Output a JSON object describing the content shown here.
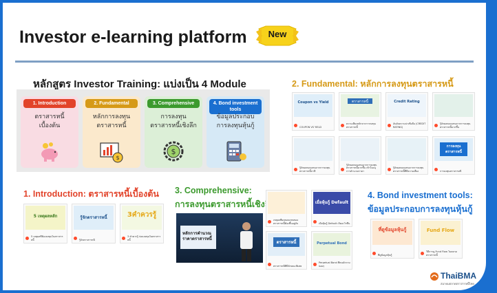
{
  "header": {
    "title": "Investor e-learning platform",
    "badge": "New"
  },
  "training": {
    "title": "หลักสูตร Investor Training: แบ่งเป็น 4 Module",
    "modules": [
      {
        "tab": "1. Introduction",
        "desc1": "ตราสารหนี้",
        "desc2": "เบื้องต้น",
        "color": "#e2432a",
        "bg": "#f9dce3",
        "icon": "piggy-bank-icon"
      },
      {
        "tab": "2. Fundamental",
        "desc1": "หลักการลงทุน",
        "desc2": "ตราสารหนี้",
        "color": "#d69a17",
        "bg": "#fbe9cc",
        "icon": "bar-chart-money-icon"
      },
      {
        "tab": "3. Comprehensive",
        "desc1": "การลงทุน",
        "desc2": "ตราสารหนี้เชิงลึก",
        "color": "#3c9a2e",
        "bg": "#dcefd7",
        "icon": "gear-money-icon"
      },
      {
        "tab": "4. Bond investment tools",
        "desc1": "ข้อมูลประกอบ",
        "desc2": "การลงทุนหุ้นกู้",
        "color": "#1a6fd0",
        "bg": "#d6e9f6",
        "icon": "calculator-icon"
      }
    ]
  },
  "fundamental": {
    "title": "2. Fundamental: หลักการลงทุนตราสารหนี้",
    "thumbs": [
      {
        "img": "Coupon vs Yield",
        "cap": "COUPON VS YIELD",
        "bg": "#dfeef9"
      },
      {
        "img": "ตราสารหนี้",
        "cap": "ความเสี่ยงหลักจากการลงทุนตราสารหนี้",
        "bg": "#e8f3e2"
      },
      {
        "img": "Credit Rating",
        "cap": "อันดับความน่าเชื่อถือ (CREDIT RATING)",
        "bg": "#eef5fb"
      },
      {
        "img": "",
        "cap": "รู้จักผลตอบแทนจากการลงทุนตราสารหนี้มากขึ้น",
        "bg": "#e3f1ea"
      },
      {
        "img": "",
        "cap": "รู้จักผลตอบแทนจากการลงทุนตราสารหนี้ภาษี",
        "bg": "#e7f1f8"
      },
      {
        "img": "",
        "cap": "รู้จักผลตอบแทนจากการลงทุนตราสารหนี้มากขึ้น เข้าใจอนุ การคำนวณราคา",
        "bg": "#eaf2f8"
      },
      {
        "img": "",
        "cap": "รู้จักผลตอบแทนจากการลงทุนตราสารหนี้ที่มีความเสี่ยง",
        "bg": "#e7f2f7"
      },
      {
        "img": "การลงทุน ตราสารหนี้",
        "cap": "การลงทุนตราสารหนี้",
        "bg": "#dfeef9"
      }
    ]
  },
  "introduction": {
    "title": "1. Introduction: ตราสารหนี้เบื้องต้น",
    "thumbs": [
      {
        "img": "5 เหตุผลหลัก",
        "cap": "5 เหตุผลที่ต้องลงทุนในตราสารหนี้",
        "bg": "#f4f4c8"
      },
      {
        "img": "รู้จักตราสารหนี้",
        "cap": "รู้จักตราสารหนี้",
        "bg": "#dfeef9"
      },
      {
        "img": "3คำควรรู้",
        "cap": "3 คำควรรู้ ก่อนลงทุนในตราสารหนี้",
        "bg": "#f3f8e2"
      }
    ]
  },
  "comprehensive": {
    "title1": "3. Comprehensive:",
    "title2": "การลงทุนตราสารหนี้เชิงลึก",
    "video_text": "หลักการคำนวณราคาตราสารหนี้",
    "thumbs": [
      {
        "img": "",
        "cap": "เหตุผลที่ผลตอบแทนของตราสารหนี้ต้องขึ้นอยู่กับ",
        "bg": "#fdf0d8"
      },
      {
        "img": "เมื่อหุ้นกู้ Default",
        "cap": "เมื่อหุ้นกู้ Default เกิดอะไรขึ้น",
        "bg": "#3a4ba8"
      },
      {
        "img": "ตราสารหนี้",
        "cap": "ตราสารหนี้ที่มีลักษณะพิเศษ",
        "bg": "#e2eef8"
      },
      {
        "img": "Perpetual Bond",
        "cap": "Perpetual Bond ที่คนมักถามบ่อยๆ",
        "bg": "#e9f3dd"
      }
    ]
  },
  "bondtools": {
    "title1": "4. Bond investment tools:",
    "title2": "ข้อมูลประกอบการลงทุนหุ้นกู้",
    "thumbs": [
      {
        "img": "ที่ดูข้อมูลหุ้นกู้",
        "cap": "ที่ดูข้อมูลหุ้นกู้",
        "bg": "#fde8d2"
      },
      {
        "img": "Fund Flow",
        "cap": "วิธีการดู Fund Flow ในตลาดตราสารหนี้",
        "bg": "#fbf1d1"
      }
    ]
  },
  "logo": {
    "name": "ThaiBMA",
    "tagline": "สมาคมตลาดตราสารหนี้ไทย"
  }
}
